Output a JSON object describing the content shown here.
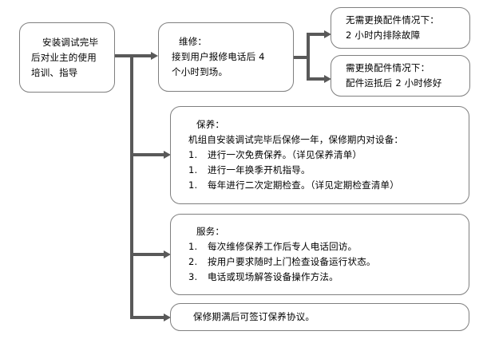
{
  "diagram": {
    "type": "flowchart",
    "title_text": "",
    "colors": {
      "connector": "#595959",
      "node_border": "#7f7f7f",
      "node_fill": "#ffffff",
      "text": "#000000"
    },
    "nodes": {
      "install": {
        "name": "install-training-node",
        "lines": [
          "安装调试完毕",
          "后对业主的使用",
          "培训、指导"
        ]
      },
      "repair": {
        "name": "repair-node",
        "title": "维修：",
        "lines": [
          "接到用户报修电话后 4",
          "个小时到场。"
        ]
      },
      "no_parts": {
        "name": "no-parts-replacement-node",
        "lines": [
          "无需更换配件情况下：",
          "2 小时内排除故障"
        ]
      },
      "with_parts": {
        "name": "parts-replacement-node",
        "lines": [
          "需更换配件情况下：",
          "配件运抵后 2 小时修好"
        ]
      },
      "maintain": {
        "name": "maintenance-node",
        "title": "保养：",
        "intro": "机组自安装调试完毕后保修一年，保修期内对设备：",
        "items": [
          {
            "num": "1.",
            "text": "进行一次免费保养。（详见保养清单）"
          },
          {
            "num": "1.",
            "text": "进行一年换季开机指导。"
          },
          {
            "num": "1.",
            "text": "每年进行二次定期检查。（详见定期检查清单）"
          }
        ]
      },
      "service": {
        "name": "service-node",
        "title": "服务：",
        "items": [
          {
            "num": "1.",
            "text": "每次维修保养工作后专人电话回访。"
          },
          {
            "num": "2.",
            "text": "按用户要求随时上门检查设备运行状态。"
          },
          {
            "num": "3.",
            "text": "电话或现场解答设备操作方法。"
          }
        ]
      },
      "agreement": {
        "name": "maintenance-agreement-node",
        "lines": [
          "保修期满后可签订保养协议。"
        ]
      }
    },
    "connectors": [
      {
        "name": "install-to-repair-arrow",
        "from": "install",
        "to": "repair"
      },
      {
        "name": "trunk-to-maintain-arrow",
        "from": "install",
        "to": "maintain"
      },
      {
        "name": "trunk-to-service-arrow",
        "from": "install",
        "to": "service"
      },
      {
        "name": "trunk-to-agreement-arrow",
        "from": "install",
        "to": "agreement"
      },
      {
        "name": "repair-to-no-parts-arrow",
        "from": "repair",
        "to": "no_parts"
      },
      {
        "name": "repair-to-with-parts-arrow",
        "from": "repair",
        "to": "with_parts"
      }
    ]
  }
}
